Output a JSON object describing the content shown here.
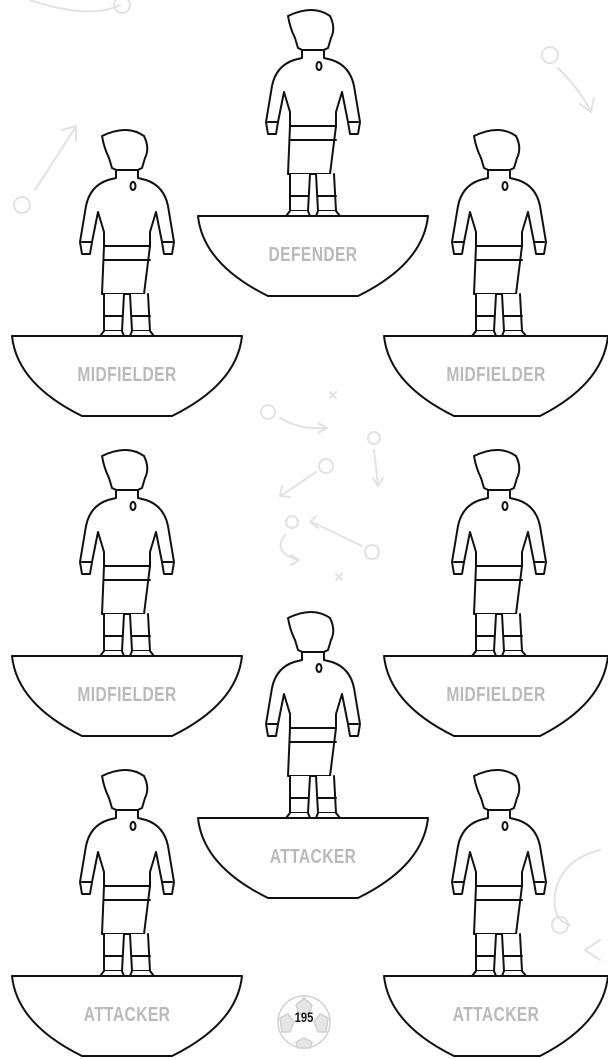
{
  "page": {
    "number": "195"
  },
  "figures": [
    {
      "label": "DEFENDER"
    },
    {
      "label": "MIDFIELDER"
    },
    {
      "label": "MIDFIELDER"
    },
    {
      "label": "MIDFIELDER"
    },
    {
      "label": "MIDFIELDER"
    },
    {
      "label": "ATTACKER"
    },
    {
      "label": "ATTACKER"
    },
    {
      "label": "ATTACKER"
    }
  ],
  "icons": {
    "figure": "subbuteo-player-icon",
    "decor": "tactics-arrows-icon",
    "ball": "soccer-ball-icon"
  }
}
